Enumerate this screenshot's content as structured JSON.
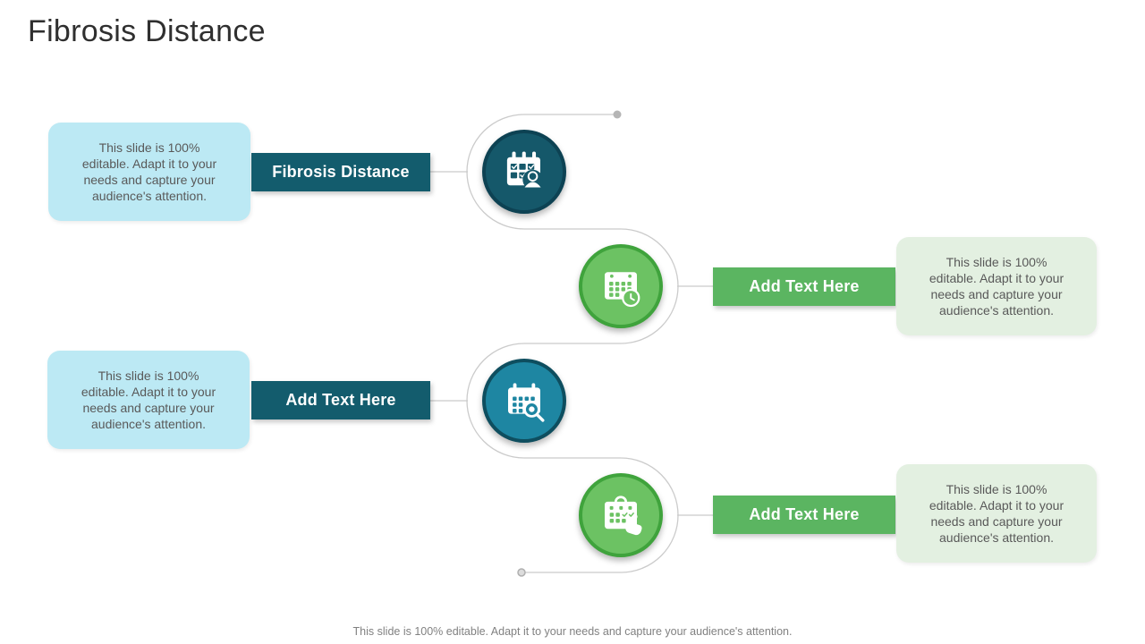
{
  "title": "Fibrosis Distance",
  "footer": "This slide is 100% editable. Adapt it to your needs and capture your audience's attention.",
  "rows": [
    {
      "label": "Fibrosis Distance",
      "description": "This slide is 100%\neditable. Adapt it to your\nneeds and capture your\naudience's attention.",
      "icon": "calendar-user-icon",
      "side": "left"
    },
    {
      "label": "Add Text Here",
      "description": "This slide is 100%\neditable. Adapt it to your\nneeds and capture your\naudience's attention.",
      "icon": "calendar-clock-icon",
      "side": "right"
    },
    {
      "label": "Add Text Here",
      "description": "This slide is 100%\neditable. Adapt it to your\nneeds and capture your\naudience's attention.",
      "icon": "calendar-search-icon",
      "side": "left"
    },
    {
      "label": "Add Text Here",
      "description": "This slide is 100%\neditable. Adapt it to your\nneeds and capture your\naudience's attention.",
      "icon": "calendar-hand-icon",
      "side": "right"
    }
  ],
  "colors": {
    "teal_bar": "#135C6D",
    "green_bar": "#5BB561",
    "teal_node_dark": "#15586A",
    "teal_node_dark_ring": "#0D4253",
    "teal_node_light": "#1E86A2",
    "teal_node_light_ring": "#0E4E5F",
    "green_node": "#6CC263",
    "green_node_ring": "#3FA33C",
    "note_blue": "#BCE9F4",
    "note_green": "#E3F0E1",
    "connector_gray": "#CBCBCB"
  }
}
